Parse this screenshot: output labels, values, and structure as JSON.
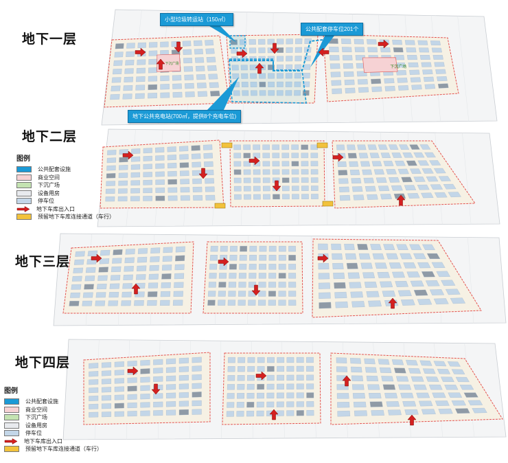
{
  "floors": [
    {
      "label": "地下一层"
    },
    {
      "label": "地下二层"
    },
    {
      "label": "地下三层"
    },
    {
      "label": "地下四层"
    }
  ],
  "callouts": {
    "garbage_station": "小型垃圾转运站（150㎡）",
    "public_parking": "公共配套停车位201个",
    "charging_station": "地下公共充电站(700㎡，提供8个充电车位)"
  },
  "plan_text": {
    "sunken_plaza_1": "下沉广场",
    "sunken_plaza_2": "下沉广场"
  },
  "legend_title": "图例",
  "legend_items": [
    {
      "label": "公共配套设施",
      "color": "#1b9ad6"
    },
    {
      "label": "商业空间",
      "color": "#f6d2d4"
    },
    {
      "label": "下沉广场",
      "color": "#c4e3b2"
    },
    {
      "label": "设备用房",
      "color": "#e8eaee"
    },
    {
      "label": "停车位",
      "color": "#c3d6e8"
    },
    {
      "label": "地下车库出入口",
      "icon": "red-arrow-icon"
    },
    {
      "label": "预留地下车库连接通道（车行）",
      "color": "#f2c23c"
    }
  ],
  "colors": {
    "boundary": "#e4534f",
    "parking": "#c3d6e8",
    "road": "#f6f1e4",
    "arrow": "#d42020",
    "connector": "#f2c23c",
    "public": "#1b9ad6"
  }
}
